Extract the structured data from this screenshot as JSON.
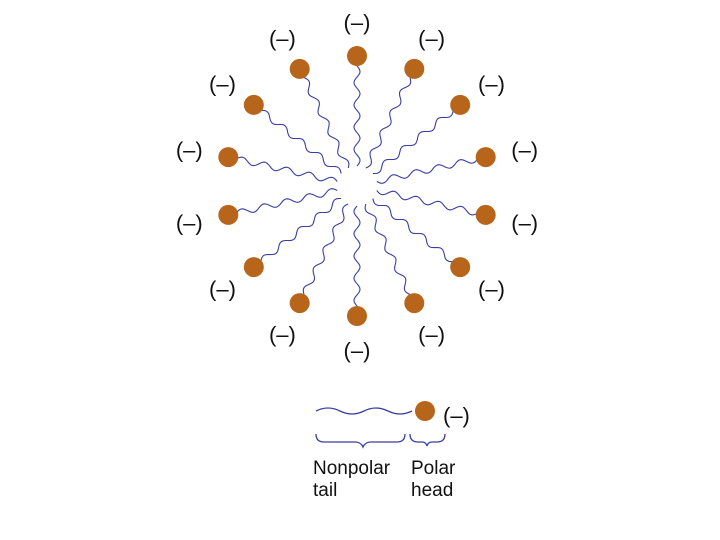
{
  "colors": {
    "head": "#b8651c",
    "tail": "#3a3fa0",
    "text": "#111111",
    "brace": "#3a3fa0"
  },
  "micelle": {
    "head_charge": "(–)",
    "molecule_count": 14
  },
  "legend": {
    "charge": "(–)",
    "nonpolar_line1": "Nonpolar",
    "nonpolar_line2": "tail",
    "polar_line1": "Polar",
    "polar_line2": "head"
  },
  "icons": {
    "head": "circle",
    "tail": "wavy-line",
    "brace": "curly-brace"
  }
}
